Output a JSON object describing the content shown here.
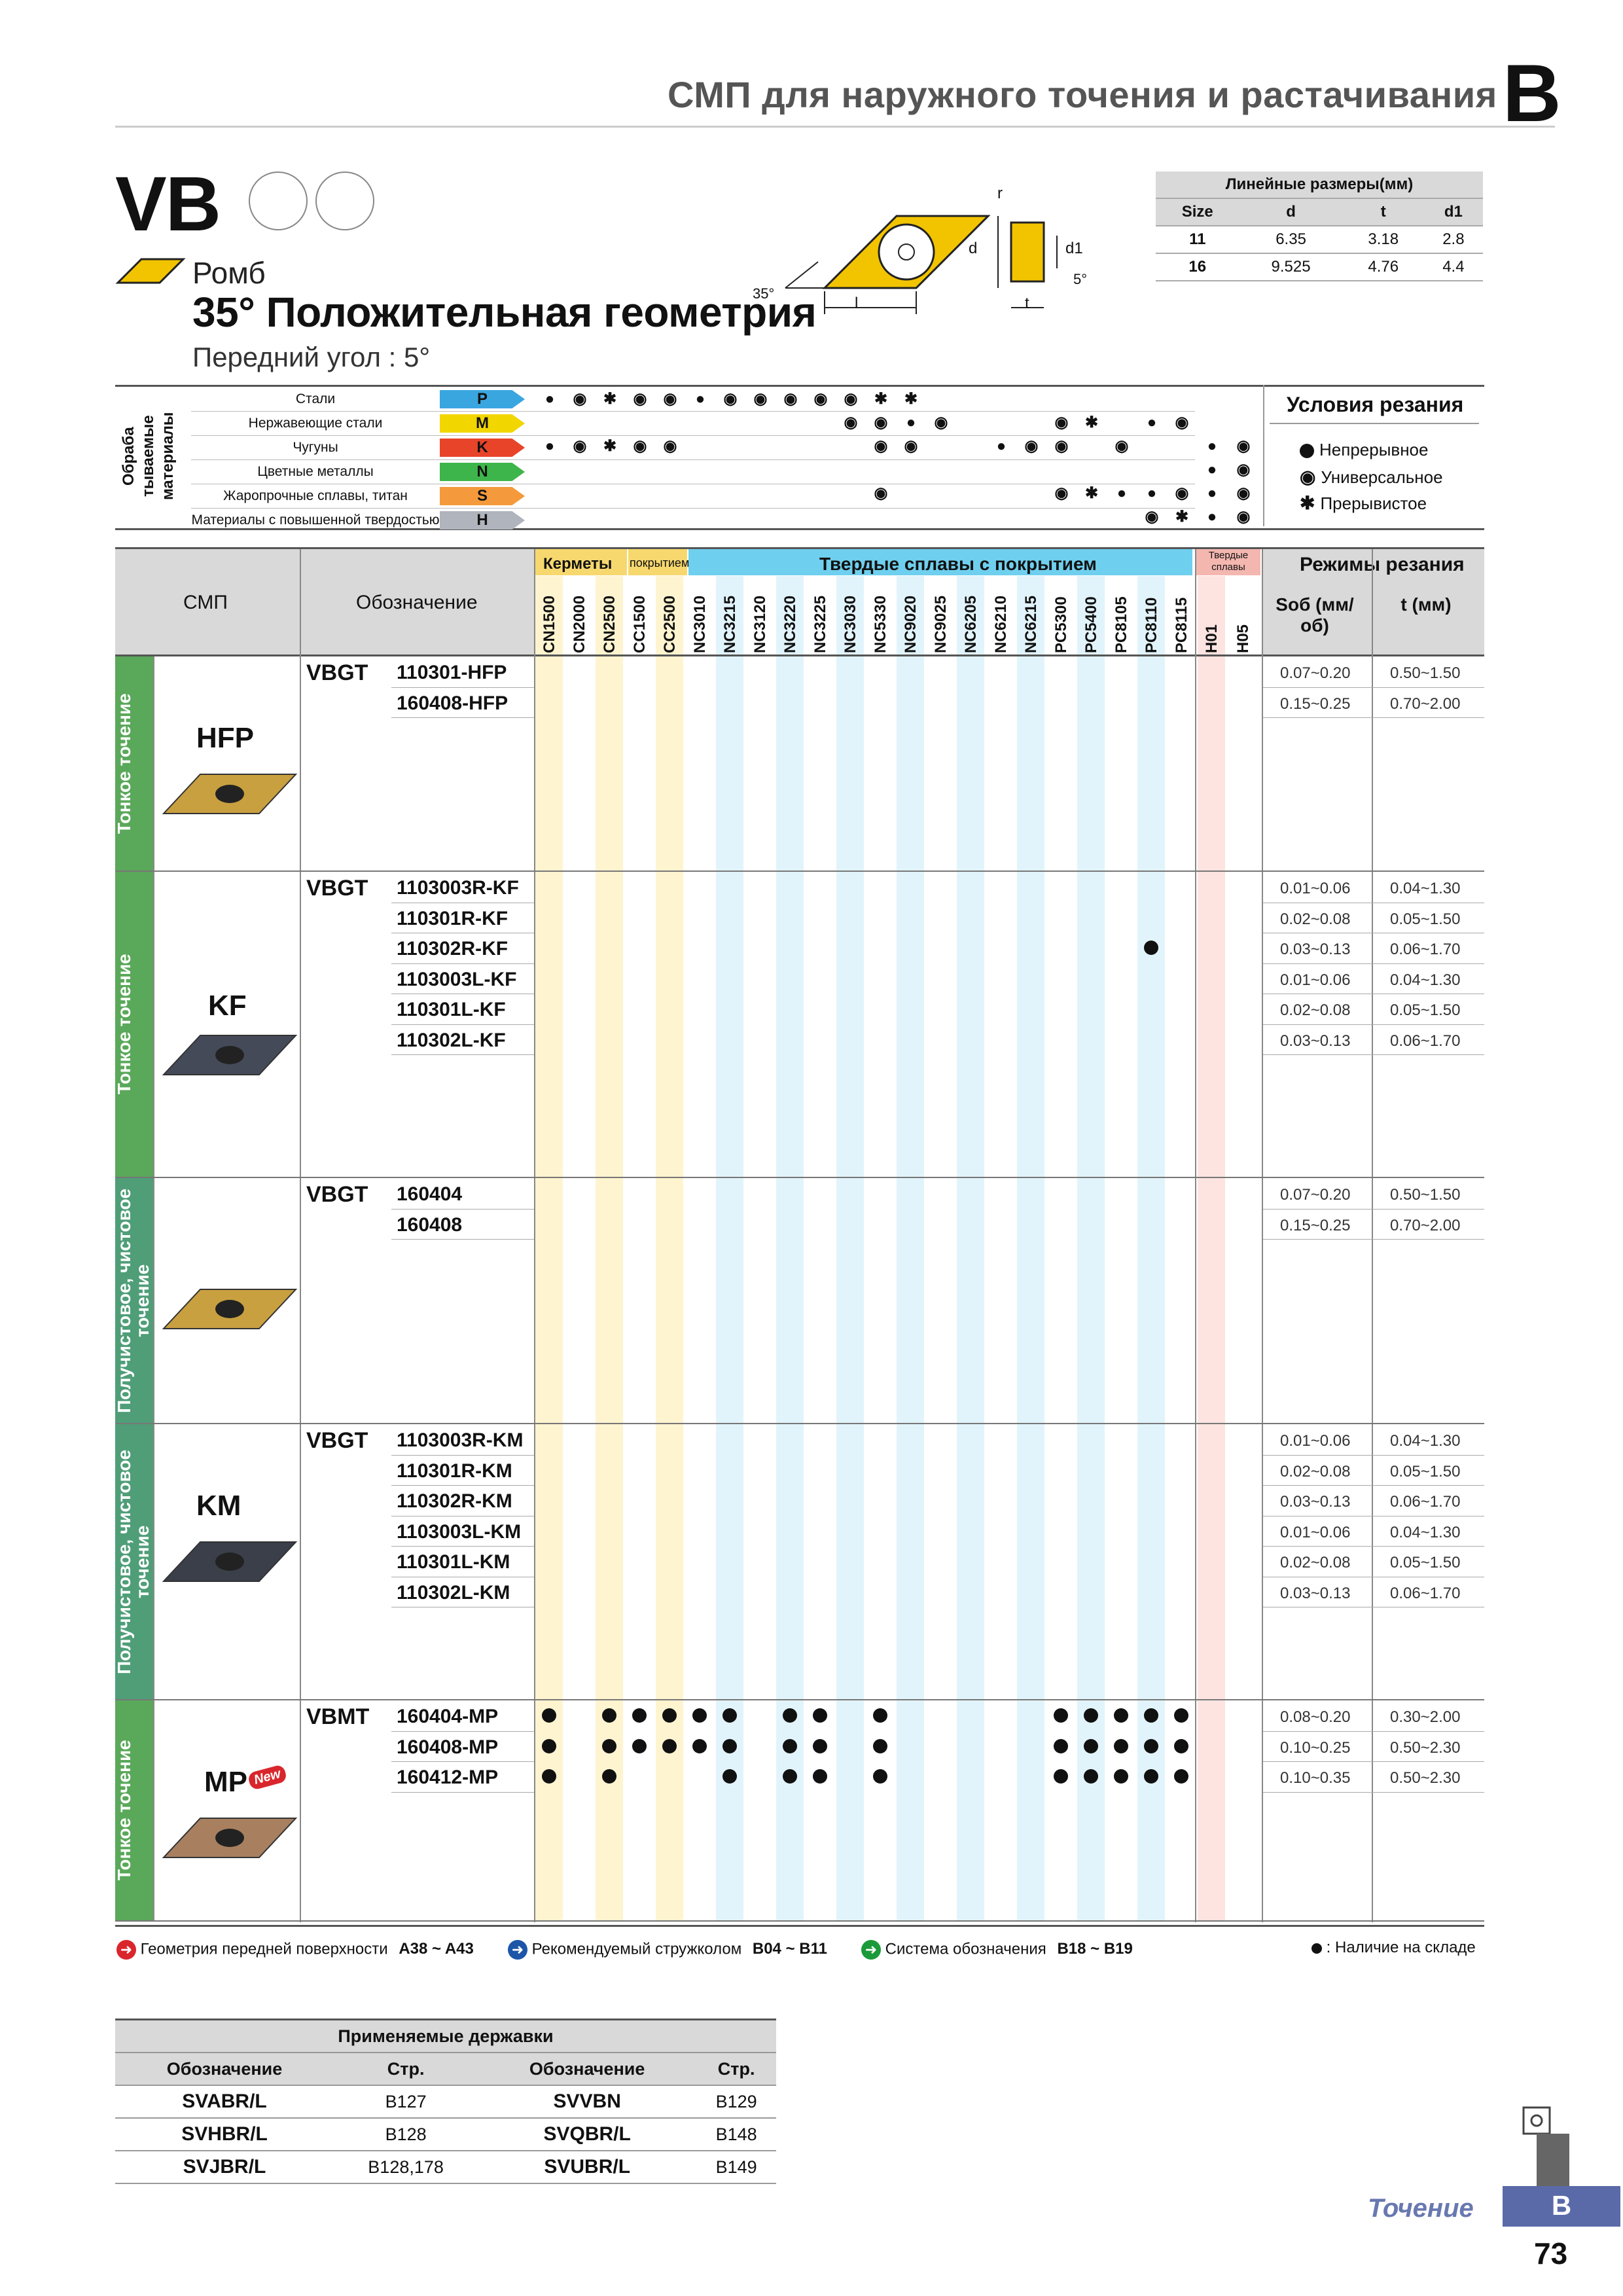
{
  "header": {
    "title": "СМП для наружного точения и растачивания",
    "section_letter": "B"
  },
  "insert": {
    "code": "VB",
    "shape": "Ромб",
    "geometry": "35° Положительная геометрия",
    "rake": "Передний угол : 5°"
  },
  "drawing": {
    "labels": {
      "r": "r",
      "d": "d",
      "d1": "d1",
      "five": "5°",
      "thirtyfive": "35°",
      "l": "l",
      "t": "t"
    }
  },
  "dimensions": {
    "title": "Линейные размеры(мм)",
    "headers": [
      "Size",
      "d",
      "t",
      "d1"
    ],
    "rows": [
      [
        "11",
        "6.35",
        "3.18",
        "2.8"
      ],
      [
        "16",
        "9.525",
        "4.76",
        "4.4"
      ]
    ]
  },
  "materials": {
    "side_label": "Обраба тываемые материалы",
    "rows": [
      {
        "name": "Стали",
        "iso": "P",
        "color": "#3aa6e0"
      },
      {
        "name": "Нержавеющие стали",
        "iso": "M",
        "color": "#f2d600"
      },
      {
        "name": "Чугуны",
        "iso": "K",
        "color": "#e8442a"
      },
      {
        "name": "Цветные металлы",
        "iso": "N",
        "color": "#3db54a"
      },
      {
        "name": "Жаропрочные сплавы, титан",
        "iso": "S",
        "color": "#f59a3c"
      },
      {
        "name": "Материалы с повышенной твердостью",
        "iso": "H",
        "color": "#b0b4bc"
      }
    ]
  },
  "conditions": {
    "title": "Условия резания",
    "items": [
      "Непрерывное",
      "Универсальное",
      "Прерывистое"
    ]
  },
  "grades_table": {
    "col_smp": "СМП",
    "col_code": "Обозначение",
    "group_cermet": "Керметы",
    "group_coated": "покрытием",
    "group_carbide": "Твердые сплавы с покрытием",
    "group_hard": "Твердые сплавы",
    "grades": [
      "CN1500",
      "CN2000",
      "CN2500",
      "CC1500",
      "CC2500",
      "NC3010",
      "NC3215",
      "NC3120",
      "NC3220",
      "NC3225",
      "NC3030",
      "NC5330",
      "NC9020",
      "NC9025",
      "NC6205",
      "NC6210",
      "NC6215",
      "PC5300",
      "PC5400",
      "PC8105",
      "PC8110",
      "PC8115",
      "H01",
      "H05"
    ],
    "modes_title": "Режимы резания",
    "sob": "Soб (мм/об)",
    "t": "t (мм)"
  },
  "sections": [
    {
      "label": "Тонкое точение",
      "chip": "HFP",
      "family": "VBGT",
      "rows": [
        {
          "code": "110301-HFP",
          "sob": "0.07~0.20",
          "t": "0.50~1.50"
        },
        {
          "code": "160408-HFP",
          "sob": "0.15~0.25",
          "t": "0.70~2.00"
        }
      ]
    },
    {
      "label": "Тонкое точение",
      "chip": "KF",
      "family": "VBGT",
      "rows": [
        {
          "code": "1103003R-KF",
          "sob": "0.01~0.06",
          "t": "0.04~1.30"
        },
        {
          "code": "110301R-KF",
          "sob": "0.02~0.08",
          "t": "0.05~1.50"
        },
        {
          "code": "110302R-KF",
          "sob": "0.03~0.13",
          "t": "0.06~1.70"
        },
        {
          "code": "1103003L-KF",
          "sob": "0.01~0.06",
          "t": "0.04~1.30"
        },
        {
          "code": "110301L-KF",
          "sob": "0.02~0.08",
          "t": "0.05~1.50"
        },
        {
          "code": "110302L-KF",
          "sob": "0.03~0.13",
          "t": "0.06~1.70"
        }
      ]
    },
    {
      "label": "Получистовое, чистовое точение",
      "chip": "",
      "family": "VBGT",
      "rows": [
        {
          "code": "160404",
          "sob": "0.07~0.20",
          "t": "0.50~1.50"
        },
        {
          "code": "160408",
          "sob": "0.15~0.25",
          "t": "0.70~2.00"
        }
      ]
    },
    {
      "label": "Получистовое, чистовое точение",
      "chip": "KM",
      "family": "VBGT",
      "rows": [
        {
          "code": "1103003R-KM",
          "sob": "0.01~0.06",
          "t": "0.04~1.30"
        },
        {
          "code": "110301R-KM",
          "sob": "0.02~0.08",
          "t": "0.05~1.50"
        },
        {
          "code": "110302R-KM",
          "sob": "0.03~0.13",
          "t": "0.06~1.70"
        },
        {
          "code": "1103003L-KM",
          "sob": "0.01~0.06",
          "t": "0.04~1.30"
        },
        {
          "code": "110301L-KM",
          "sob": "0.02~0.08",
          "t": "0.05~1.50"
        },
        {
          "code": "110302L-KM",
          "sob": "0.03~0.13",
          "t": "0.06~1.70"
        }
      ]
    },
    {
      "label": "Тонкое точение",
      "chip": "MP",
      "badge": "New",
      "family": "VBMT",
      "rows": [
        {
          "code": "160404-MP",
          "sob": "0.08~0.20",
          "t": "0.30~2.00"
        },
        {
          "code": "160408-MP",
          "sob": "0.10~0.25",
          "t": "0.50~2.30"
        },
        {
          "code": "160412-MP",
          "sob": "0.10~0.35",
          "t": "0.50~2.30"
        }
      ]
    }
  ],
  "footer_refs": [
    {
      "text": "Геометрия передней поверхности",
      "ref": "A38 ~ A43",
      "color": "#d9262c"
    },
    {
      "text": "Рекомендуемый стружколом",
      "ref": "B04 ~ B11",
      "color": "#1d56a8"
    },
    {
      "text": "Система обозначения",
      "ref": "B18 ~ B19",
      "color": "#1b9a3a"
    }
  ],
  "stock_note": ": Наличие на складе",
  "holders": {
    "title": "Применяемые державки",
    "headers": [
      "Обозначение",
      "Стр.",
      "Обозначение",
      "Стр."
    ],
    "rows": [
      [
        "SVABR/L",
        "B127",
        "SVVBN",
        "B129"
      ],
      [
        "SVHBR/L",
        "B128",
        "SVQBR/L",
        "B148"
      ],
      [
        "SVJBR/L",
        "B128,178",
        "SVUBR/L",
        "B149"
      ]
    ]
  },
  "page": {
    "category": "Точение",
    "letter": "B",
    "number": "73"
  }
}
